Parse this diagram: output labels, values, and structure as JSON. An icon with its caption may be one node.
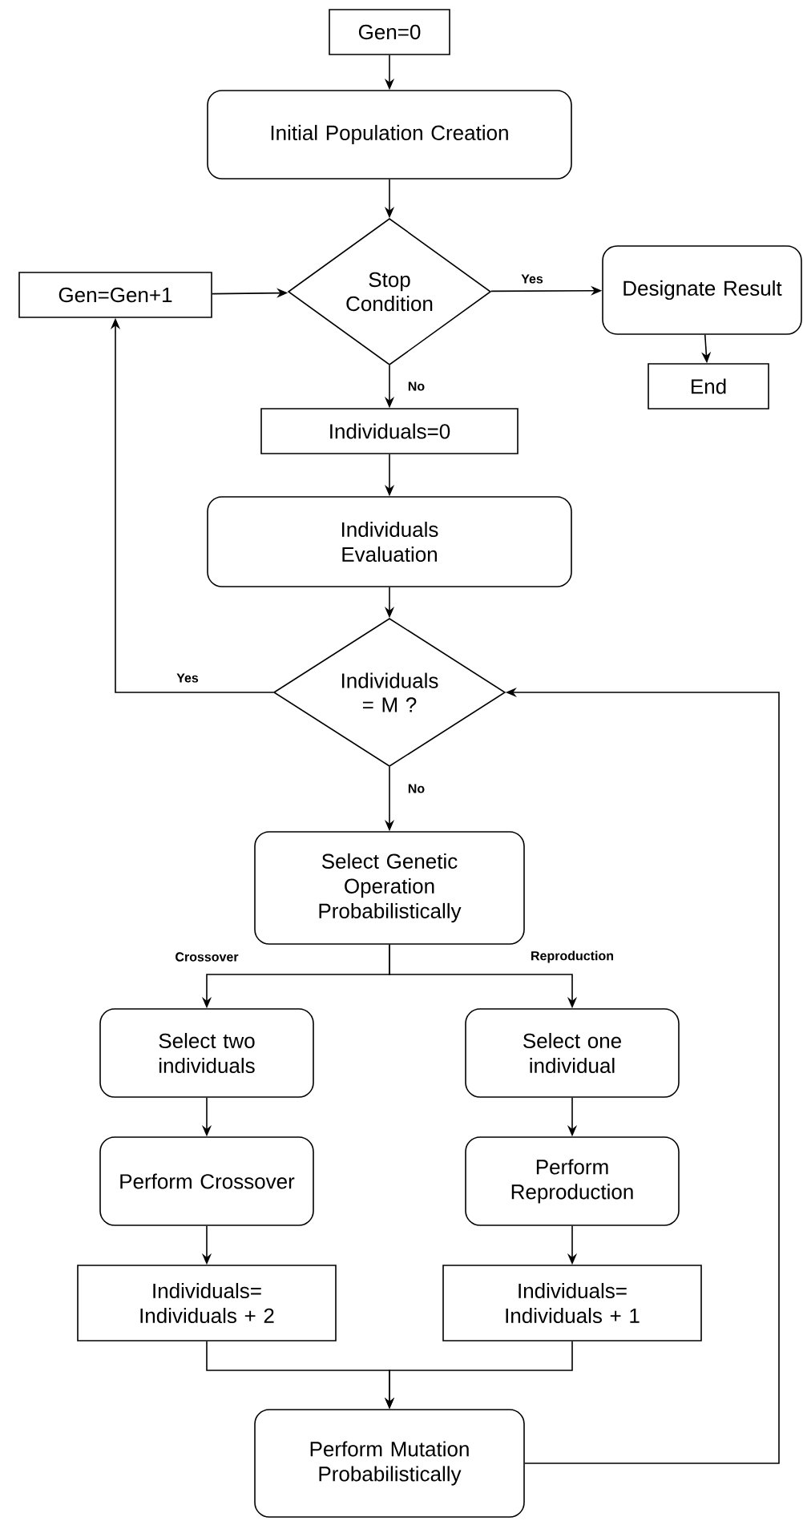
{
  "diagram": {
    "nodes": [
      {
        "text": [
          "Gen=0"
        ]
      },
      {
        "text": [
          "Initial Population Creation"
        ]
      },
      {
        "text": [
          "Stop Condition"
        ]
      },
      {
        "text": [
          "Gen=Gen+1"
        ]
      },
      {
        "text": [
          "Designate Result"
        ]
      },
      {
        "text": [
          "End"
        ]
      },
      {
        "text": [
          "Individuals=0"
        ]
      },
      {
        "text": [
          "Individuals Evaluation"
        ]
      },
      {
        "text": [
          "Individuals = M ?"
        ]
      },
      {
        "text": [
          "Select Genetic Operation Probabilistically"
        ]
      },
      {
        "text": [
          "Select two individuals"
        ]
      },
      {
        "text": [
          "Select one individual"
        ]
      },
      {
        "text": [
          "Perform Crossover"
        ]
      },
      {
        "text": [
          "Perform Reproduction"
        ]
      },
      {
        "text": [
          "Individuals= Individuals + 2"
        ]
      },
      {
        "text": [
          "Individuals= Individuals + 1"
        ]
      },
      {
        "text": [
          "Perform Mutation Probabilistically"
        ]
      }
    ],
    "edges": [
      {
        "from": 0,
        "to": 1,
        "arrow": "to"
      },
      {
        "from": 1,
        "to": 2,
        "arrow": "to"
      },
      {
        "from": 2,
        "to": 4,
        "arrow": "to",
        "label": "Yes"
      },
      {
        "from": 3,
        "to": 2,
        "arrow": "to"
      },
      {
        "from": 2,
        "to": 6,
        "arrow": "to",
        "label": "No"
      },
      {
        "from": 4,
        "to": 5,
        "arrow": "to"
      },
      {
        "from": 6,
        "to": 7,
        "arrow": "to"
      },
      {
        "from": 7,
        "to": 8,
        "arrow": "to"
      },
      {
        "from": 8,
        "to": 3,
        "arrow": "to",
        "label": "Yes"
      },
      {
        "from": 8,
        "to": 9,
        "arrow": "to",
        "label": "No"
      },
      {
        "from": 9,
        "to": 10,
        "arrow": "to",
        "label": "Crossover"
      },
      {
        "from": 9,
        "to": 11,
        "arrow": "to",
        "label": "Reproduction"
      },
      {
        "from": 10,
        "to": 12,
        "arrow": "to"
      },
      {
        "from": 11,
        "to": 13,
        "arrow": "to"
      },
      {
        "from": 12,
        "to": 14,
        "arrow": "to"
      },
      {
        "from": 13,
        "to": 15,
        "arrow": "to"
      },
      {
        "from": 14,
        "to": 16,
        "arrow": "to"
      },
      {
        "from": 15,
        "to": 16,
        "arrow": "to"
      },
      {
        "from": 16,
        "to": 8,
        "arrow": "to"
      }
    ]
  }
}
